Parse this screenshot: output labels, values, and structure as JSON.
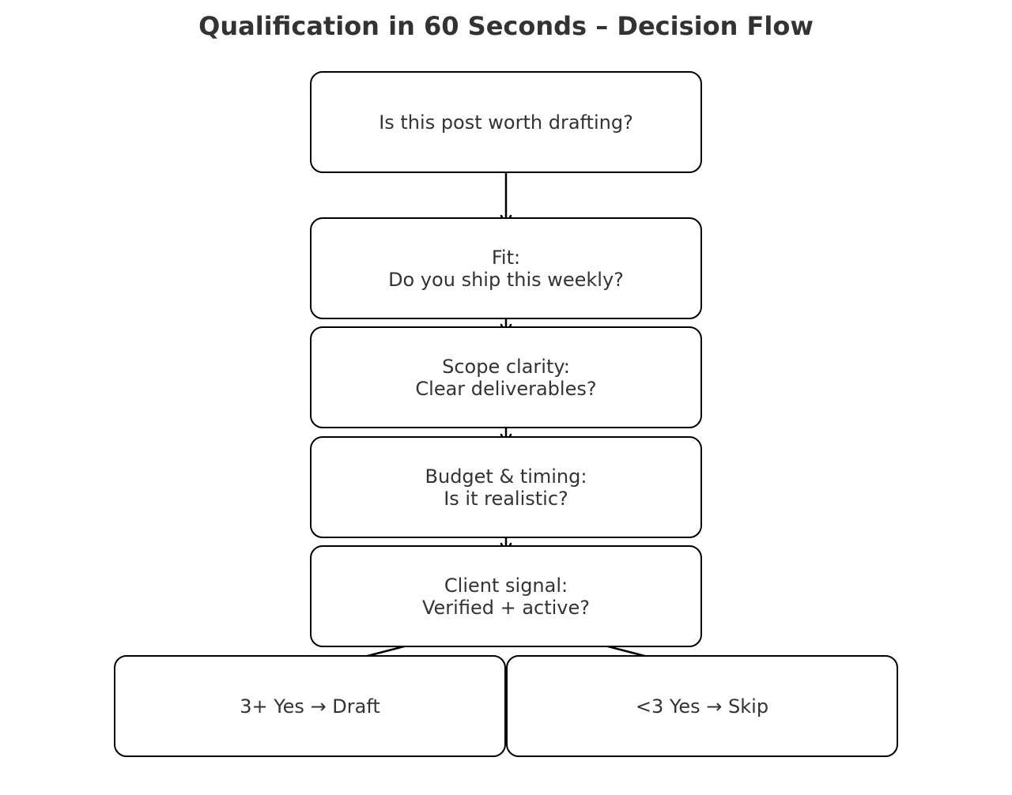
{
  "title": "Qualification in 60 Seconds – Decision Flow",
  "nodes": {
    "start": {
      "line1": "Is this post worth drafting?"
    },
    "fit": {
      "line1": "Fit:",
      "line2": "Do you ship this weekly?"
    },
    "scope": {
      "line1": "Scope clarity:",
      "line2": "Clear deliverables?"
    },
    "budget": {
      "line1": "Budget & timing:",
      "line2": "Is it realistic?"
    },
    "client": {
      "line1": "Client signal:",
      "line2": "Verified + active?"
    },
    "draft": {
      "line1": "3+ Yes → Draft"
    },
    "skip": {
      "line1": "<3 Yes → Skip"
    }
  },
  "colors": {
    "stroke": "#000000",
    "text": "#333333"
  }
}
